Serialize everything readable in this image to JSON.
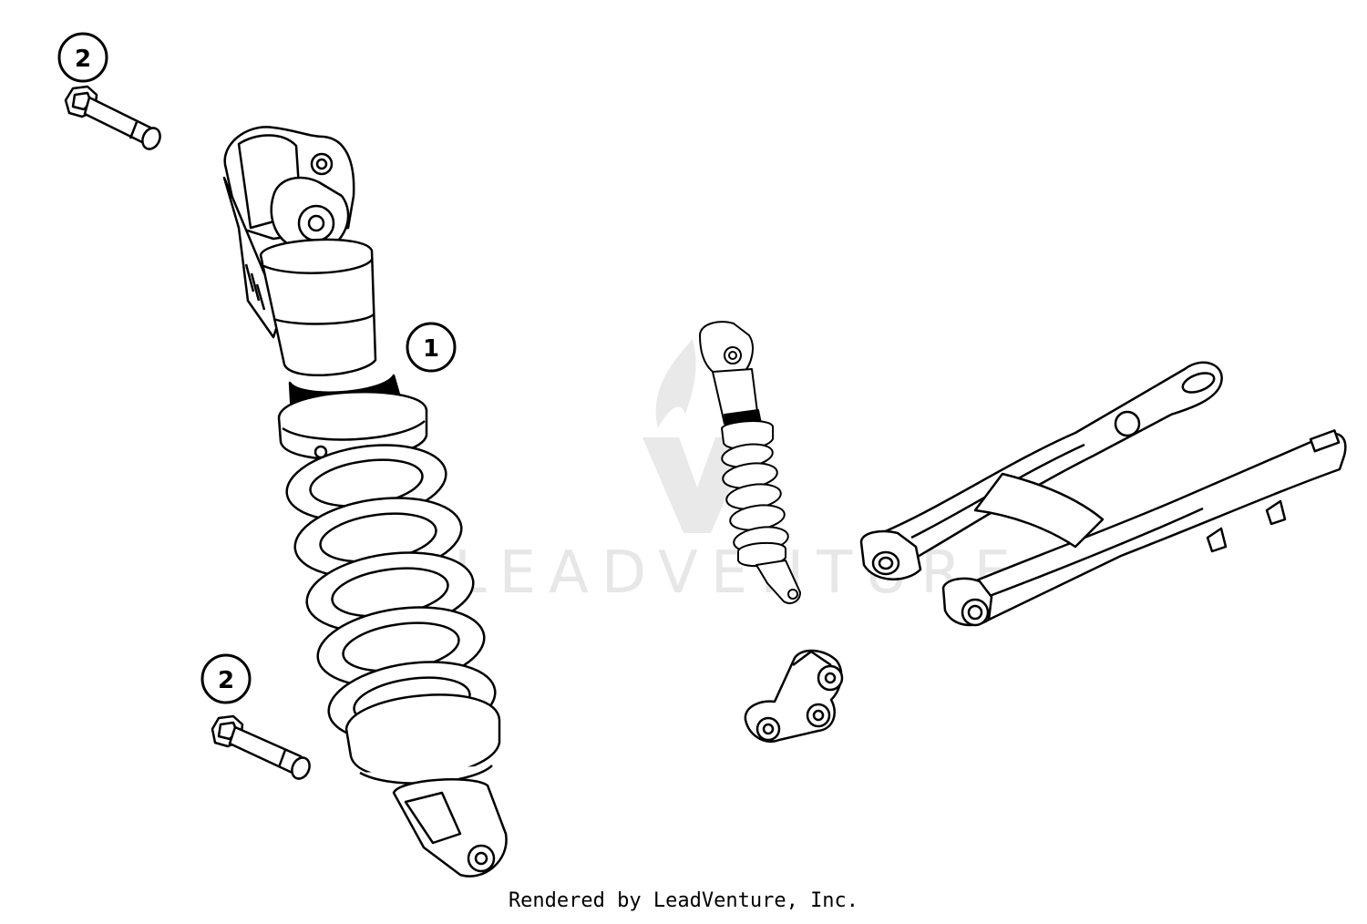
{
  "callouts": [
    {
      "label": "1",
      "part": "shock-absorber"
    },
    {
      "label": "2",
      "part": "upper-mounting-bolt"
    },
    {
      "label": "2",
      "part": "lower-mounting-bolt"
    }
  ],
  "watermark": {
    "text": "LEADVENTURE"
  },
  "credit": "Rendered by LeadVenture, Inc.",
  "colors": {
    "line": "#000000",
    "background": "#ffffff",
    "watermark": "#e7e7e7"
  }
}
